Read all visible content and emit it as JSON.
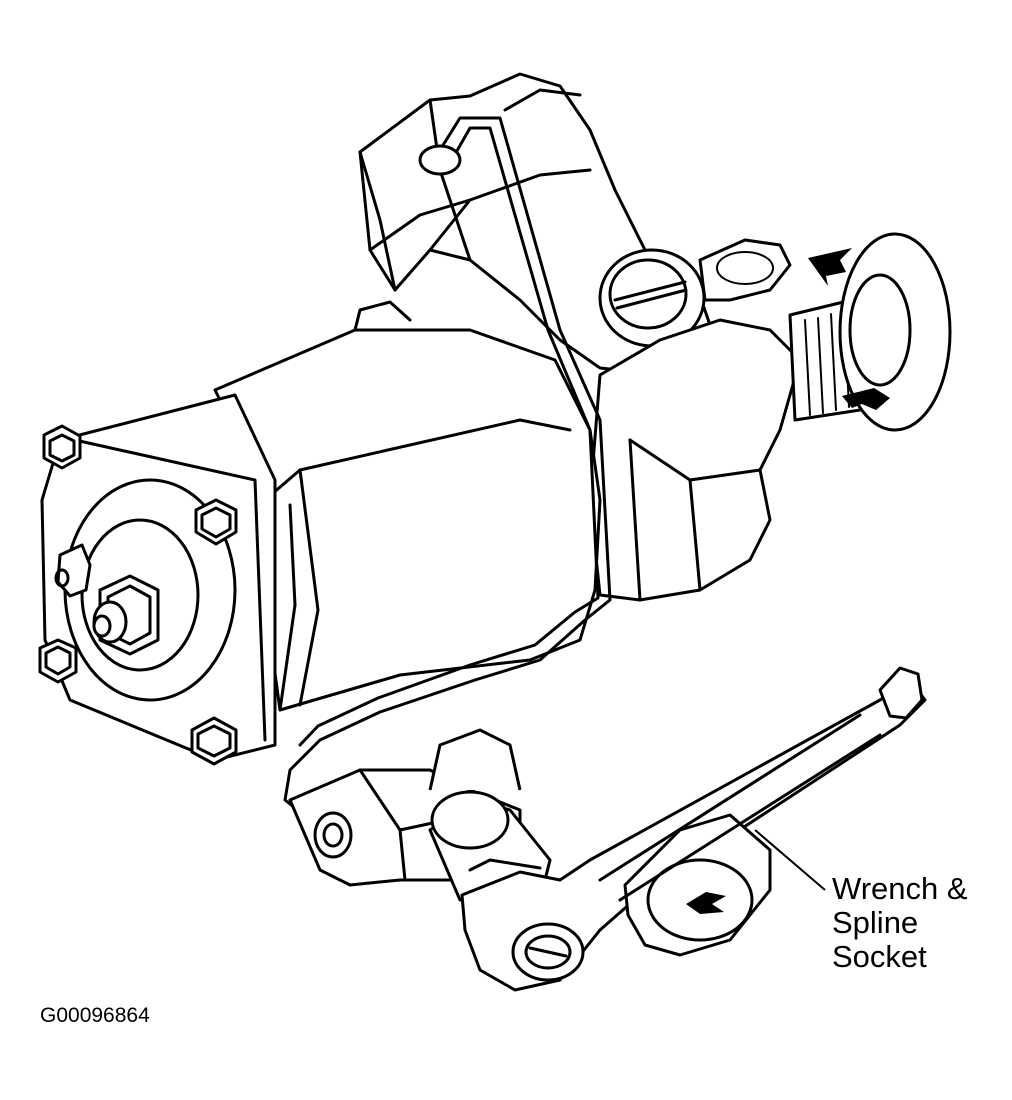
{
  "callout": {
    "line1": "Wrench &",
    "line2": "Spline",
    "line3": "Socket"
  },
  "figure_id": "G00096864",
  "icons": [
    "rotation-arrow-icon",
    "rotation-arrow-icon",
    "ratchet-direction-icon"
  ]
}
